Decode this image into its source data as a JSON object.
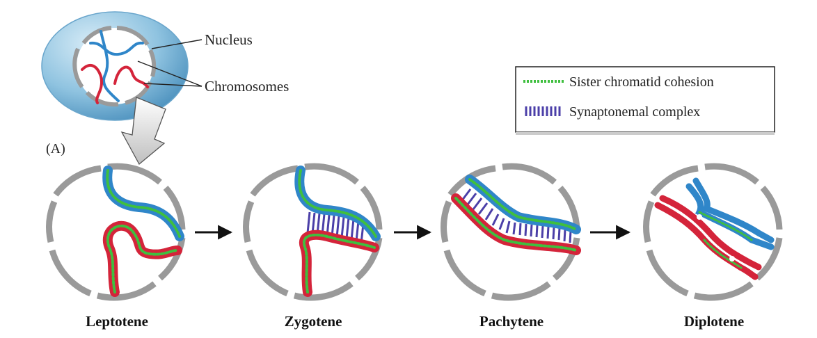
{
  "top_labels": {
    "nucleus": "Nucleus",
    "chromosomes": "Chromosomes",
    "panel": "(A)"
  },
  "legend": {
    "cohesion": "Sister chromatid cohesion",
    "synaptonemal": "Synaptonemal complex"
  },
  "stages": [
    "Leptotene",
    "Zygotene",
    "Pachytene",
    "Diplotene"
  ],
  "colors": {
    "blue_chromosome": "#2f86c9",
    "red_chromosome": "#d4243a",
    "cohesion": "#3fbf3f",
    "synaptonemal": "#4b3fa8",
    "nucleus_fill": "#8fc3e0",
    "envelope": "#9a9a9a"
  }
}
